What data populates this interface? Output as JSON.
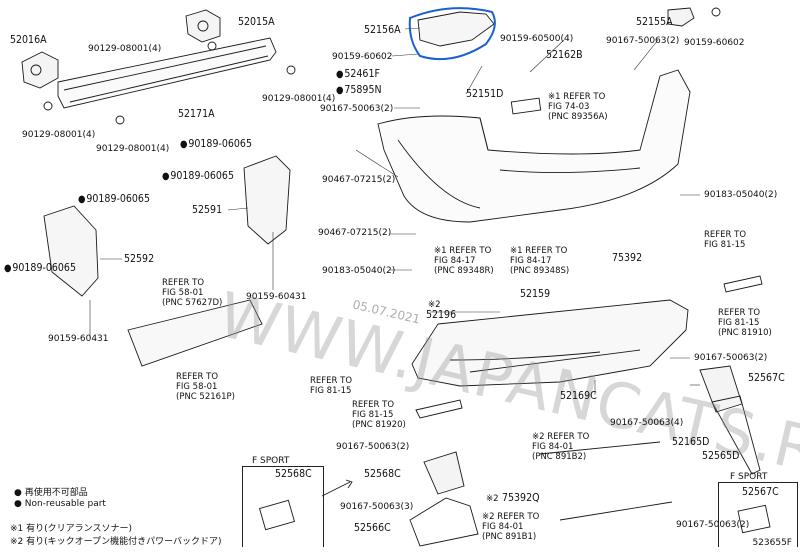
{
  "watermark": "WWW.JAPANCATS.RU",
  "date_stamp": "05.07.2021",
  "figure_code": "523655F",
  "highlight_color": "#1a5fd6",
  "part_labels": [
    {
      "id": "p52016A",
      "text": "52016A"
    },
    {
      "id": "p52015A",
      "text": "52015A"
    },
    {
      "id": "p90129_1",
      "text": "90129-08001(4)"
    },
    {
      "id": "p90129_2",
      "text": "90129-08001(4)"
    },
    {
      "id": "p90129_3",
      "text": "90129-08001(4)"
    },
    {
      "id": "p90129_4",
      "text": "90129-08001(4)"
    },
    {
      "id": "p52171A",
      "text": "52171A"
    },
    {
      "id": "p52156A",
      "text": "52156A"
    },
    {
      "id": "p90159_60602a",
      "text": "90159-60602"
    },
    {
      "id": "p52461F",
      "text": "52461F",
      "dot": true
    },
    {
      "id": "p75895N",
      "text": "75895N",
      "dot": true
    },
    {
      "id": "p90167_a",
      "text": "90167-50063(2)"
    },
    {
      "id": "p90159_60500",
      "text": "90159-60500(4)"
    },
    {
      "id": "p52162B",
      "text": "52162B"
    },
    {
      "id": "p52151D",
      "text": "52151D"
    },
    {
      "id": "p52155A",
      "text": "52155A"
    },
    {
      "id": "p90167_b",
      "text": "90167-50063(2)"
    },
    {
      "id": "p90159_60602b",
      "text": "90159-60602"
    },
    {
      "id": "p90189_a",
      "text": "90189-06065",
      "dot": true
    },
    {
      "id": "p90189_b",
      "text": "90189-06065",
      "dot": true
    },
    {
      "id": "p90189_c",
      "text": "90189-06065",
      "dot": true
    },
    {
      "id": "p90189_d",
      "text": "90189-06065",
      "dot": true
    },
    {
      "id": "p52591",
      "text": "52591"
    },
    {
      "id": "p52592",
      "text": "52592"
    },
    {
      "id": "p90159_60431a",
      "text": "90159-60431"
    },
    {
      "id": "p90159_60431b",
      "text": "90159-60431"
    },
    {
      "id": "p90467_a",
      "text": "90467-07215(2)"
    },
    {
      "id": "p90467_b",
      "text": "90467-07215(2)"
    },
    {
      "id": "p90183_a",
      "text": "90183-05040(2)"
    },
    {
      "id": "p90183_b",
      "text": "90183-05040(2)"
    },
    {
      "id": "p52159",
      "text": "52159"
    },
    {
      "id": "p75392",
      "text": "75392"
    },
    {
      "id": "p52196",
      "text": "52196"
    },
    {
      "id": "p52169C",
      "text": "52169C"
    },
    {
      "id": "p90167_c",
      "text": "90167-50063(2)"
    },
    {
      "id": "p52567C_a",
      "text": "52567C"
    },
    {
      "id": "p90167_d",
      "text": "90167-50063(4)"
    },
    {
      "id": "p52165D",
      "text": "52165D"
    },
    {
      "id": "p52565D",
      "text": "52565D"
    },
    {
      "id": "p90167_e",
      "text": "90167-50063(2)"
    },
    {
      "id": "p52568C_a",
      "text": "52568C"
    },
    {
      "id": "p52568C_b",
      "text": "52568C"
    },
    {
      "id": "p90167_f",
      "text": "90167-50063(3)"
    },
    {
      "id": "p52566C",
      "text": "52566C"
    },
    {
      "id": "p75392Q",
      "text": "75392Q"
    },
    {
      "id": "p90167_g",
      "text": "90167-50063(2)"
    },
    {
      "id": "p52567C_b",
      "text": "52567C"
    }
  ],
  "refer_notes": [
    {
      "id": "r74_03",
      "text": "※1 REFER TO\nFIG 74-03\n(PNC 89356A)"
    },
    {
      "id": "r84_17a",
      "text": "※1 REFER TO\nFIG 84-17\n(PNC 89348R)"
    },
    {
      "id": "r84_17b",
      "text": "※1 REFER TO\nFIG 84-17\n(PNC 89348S)"
    },
    {
      "id": "r58_01a",
      "text": "REFER TO\nFIG 58-01\n(PNC 57627D)"
    },
    {
      "id": "r58_01b",
      "text": "REFER TO\nFIG 58-01\n(PNC 52161P)"
    },
    {
      "id": "r81_15a",
      "text": "REFER TO\nFIG 81-15"
    },
    {
      "id": "r81_15b",
      "text": "REFER TO\nFIG 81-15\n(PNC 81920)"
    },
    {
      "id": "r81_15c",
      "text": "REFER TO\nFIG 81-15"
    },
    {
      "id": "r81_15d",
      "text": "REFER TO\nFIG 81-15\n(PNC 81910)"
    },
    {
      "id": "r84_01a",
      "text": "※2 REFER TO\nFIG 84-01\n(PNC 891B2)"
    },
    {
      "id": "r84_01b",
      "text": "※2 REFER TO\nFIG 84-01\n(PNC 891B1)"
    },
    {
      "id": "x2_52196",
      "text": "※2"
    },
    {
      "id": "x2_75392Q",
      "text": "※2"
    }
  ],
  "fsport": {
    "left_label": "F SPORT",
    "right_label": "F SPORT"
  },
  "legend": {
    "bullet_jp": "再使用不可部品",
    "bullet_en": "Non-reusable part",
    "note1": "※1 有り(クリアランスソナー)",
    "note2": "※2 有り(キックオープン機能付きパワーバックドア)"
  }
}
